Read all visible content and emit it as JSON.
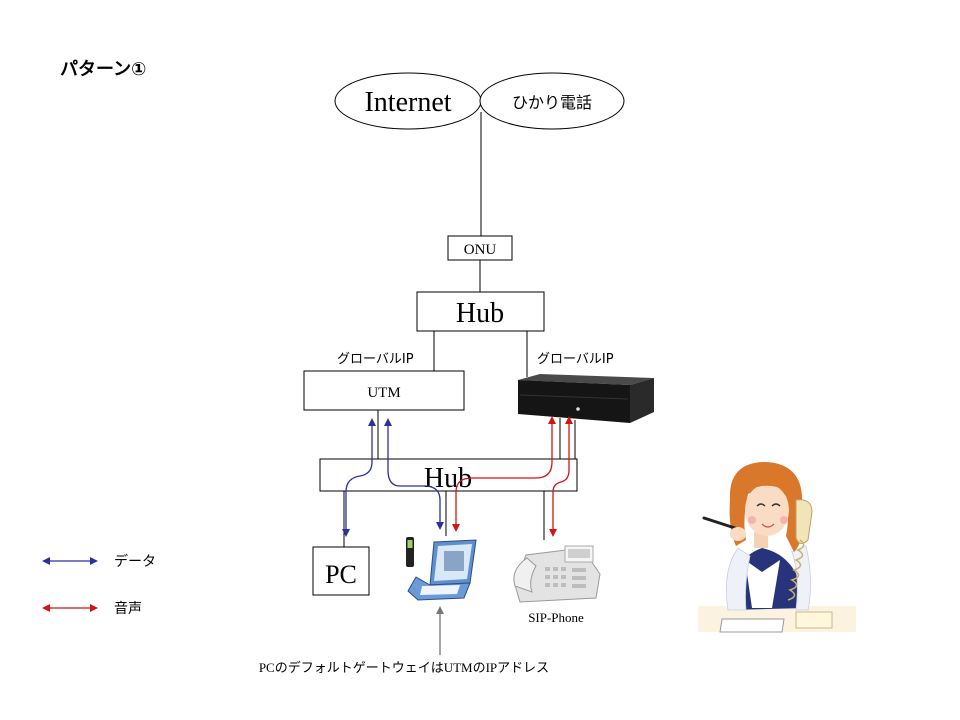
{
  "title": "パターン①",
  "cloud": {
    "internet": "Internet",
    "hikari": "ひかり電話"
  },
  "devices": {
    "onu": "ONU",
    "hub_top": "Hub",
    "utm": "UTM",
    "hub_bottom": "Hub",
    "pc": "PC",
    "sip_phone": "SIP-Phone"
  },
  "labels": {
    "global_ip_left": "グローバルIP",
    "global_ip_right": "グローバルIP"
  },
  "legend": {
    "data": "データ",
    "voice": "音声"
  },
  "note": "PCのデフォルトゲートウェイはUTMのIPアドレス",
  "colors": {
    "data": "#2b2fa0",
    "voice": "#d41414",
    "line": "#000000"
  }
}
